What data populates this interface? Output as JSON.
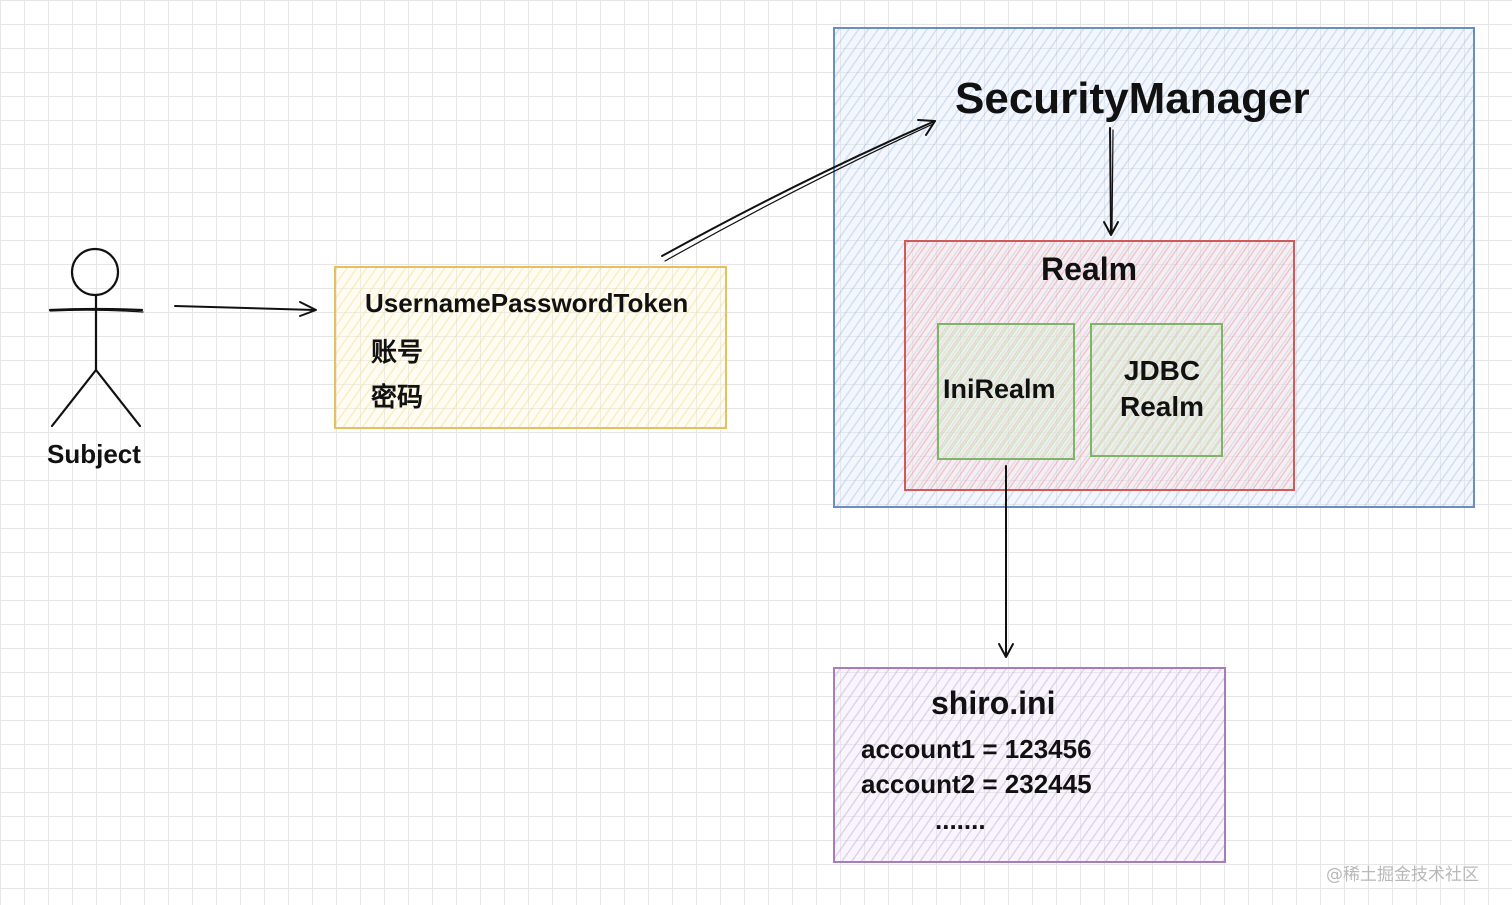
{
  "subject": {
    "label": "Subject"
  },
  "token": {
    "title": "UsernamePasswordToken",
    "line1": "账号",
    "line2": "密码"
  },
  "security_manager": {
    "title": "SecurityManager",
    "realm": {
      "title": "Realm",
      "ini_realm": "IniRealm",
      "jdbc_realm_line1": "JDBC",
      "jdbc_realm_line2": "Realm"
    }
  },
  "shiro_ini": {
    "title": "shiro.ini",
    "line1": "account1 = 123456",
    "line2": "account2 = 232445",
    "line3": "......."
  },
  "watermark": "@稀土掘金技术社区",
  "colors": {
    "security_manager_border": "#6c8ebf",
    "realm_border": "#d05a5a",
    "realm_item_border": "#7fb36a",
    "token_border": "#e5c062",
    "shiro_border": "#a67db8",
    "stroke": "#111111"
  }
}
